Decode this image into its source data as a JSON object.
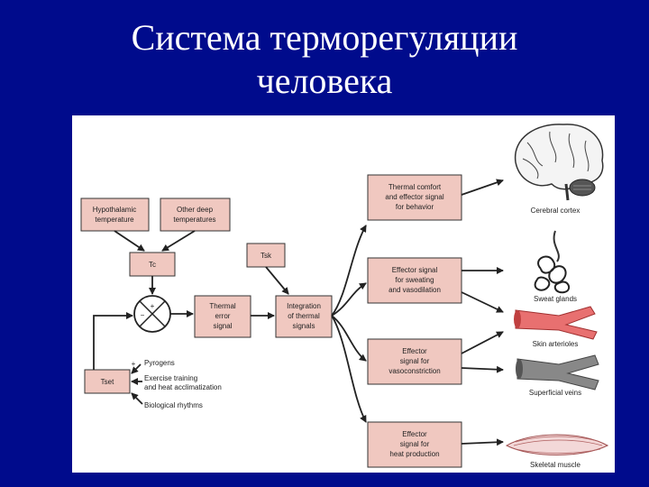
{
  "title": {
    "line1": "Система терморегуляции",
    "line2": "человека"
  },
  "boxes": {
    "hypothalamic": [
      "Hypothalamic",
      "temperature"
    ],
    "deep": [
      "Other deep",
      "temperatures"
    ],
    "tc": "Tc",
    "tsk": "Tsk",
    "tset": "Tset",
    "thermal_error": [
      "Thermal",
      "error",
      "signal"
    ],
    "integration": [
      "Integration",
      "of thermal",
      "signals"
    ],
    "behavior": [
      "Thermal comfort",
      "and effector signal",
      "for behavior"
    ],
    "sweating": [
      "Effector signal",
      "for sweating",
      "and vasodilation"
    ],
    "vasoconstriction": [
      "Effector",
      "signal for",
      "vasoconstriction"
    ],
    "heat_production": [
      "Effector",
      "signal for",
      "heat production"
    ]
  },
  "comparator": {
    "plus": "+",
    "minus": "−"
  },
  "inputs": {
    "pyrogens": "Pyrogens",
    "exercise": [
      "Exercise training",
      "and heat acclimatization"
    ],
    "biorhythm": "Biological rhythms",
    "plus": "+"
  },
  "organs": {
    "cortex": "Cerebral cortex",
    "sweat": "Sweat glands",
    "arterioles": "Skin arterioles",
    "veins": "Superficial veins",
    "muscle": "Skeletal muscle"
  },
  "colors": {
    "box_fill": "#f0c8c0",
    "slide_bg": "#000b8c",
    "vessel_red": "#e87070",
    "vein_gray": "#888888"
  }
}
